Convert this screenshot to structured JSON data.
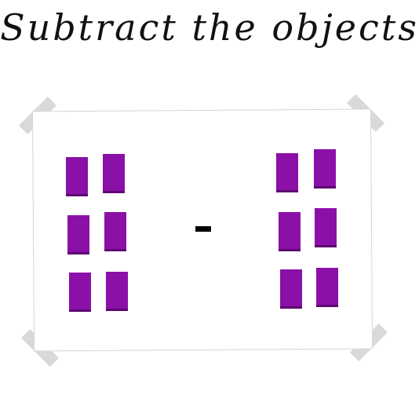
{
  "title": "Subtract the objects",
  "left_group": {
    "count": 6
  },
  "operator": "-",
  "right_group": {
    "count": 6
  },
  "colors": {
    "object": "#8b10a8",
    "tape": "#d9d9d9"
  }
}
